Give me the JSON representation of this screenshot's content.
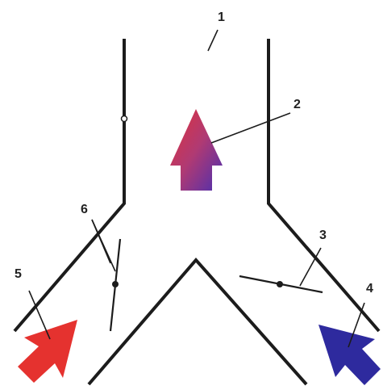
{
  "callouts": {
    "c1": "1",
    "c2": "2",
    "c3": "3",
    "c4": "4",
    "c5": "5",
    "c6": "6"
  },
  "arrows": {
    "mixed_air": {
      "icon": "up-arrow-gradient",
      "colors": [
        "#e0323a",
        "#4a2fb0"
      ]
    },
    "cold_air": {
      "icon": "diagonal-arrow-blue",
      "color": "#2e2a9e"
    },
    "warm_air": {
      "icon": "diagonal-arrow-red",
      "color": "#e5322f"
    }
  },
  "colors": {
    "line": "#1c1c1c",
    "background": "#ffffff"
  }
}
